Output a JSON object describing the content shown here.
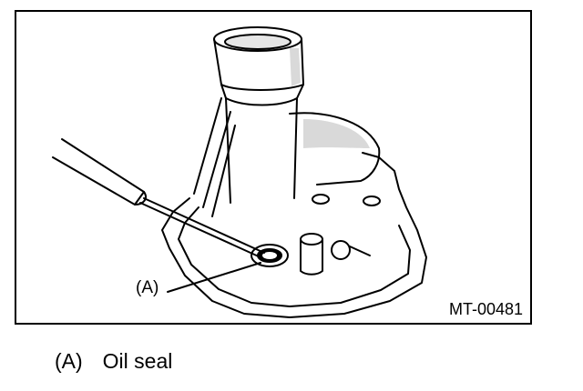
{
  "figure": {
    "code": "MT-00481",
    "callout": "(A)"
  },
  "legend": [
    {
      "key": "(A)",
      "text": "Oil seal"
    }
  ]
}
